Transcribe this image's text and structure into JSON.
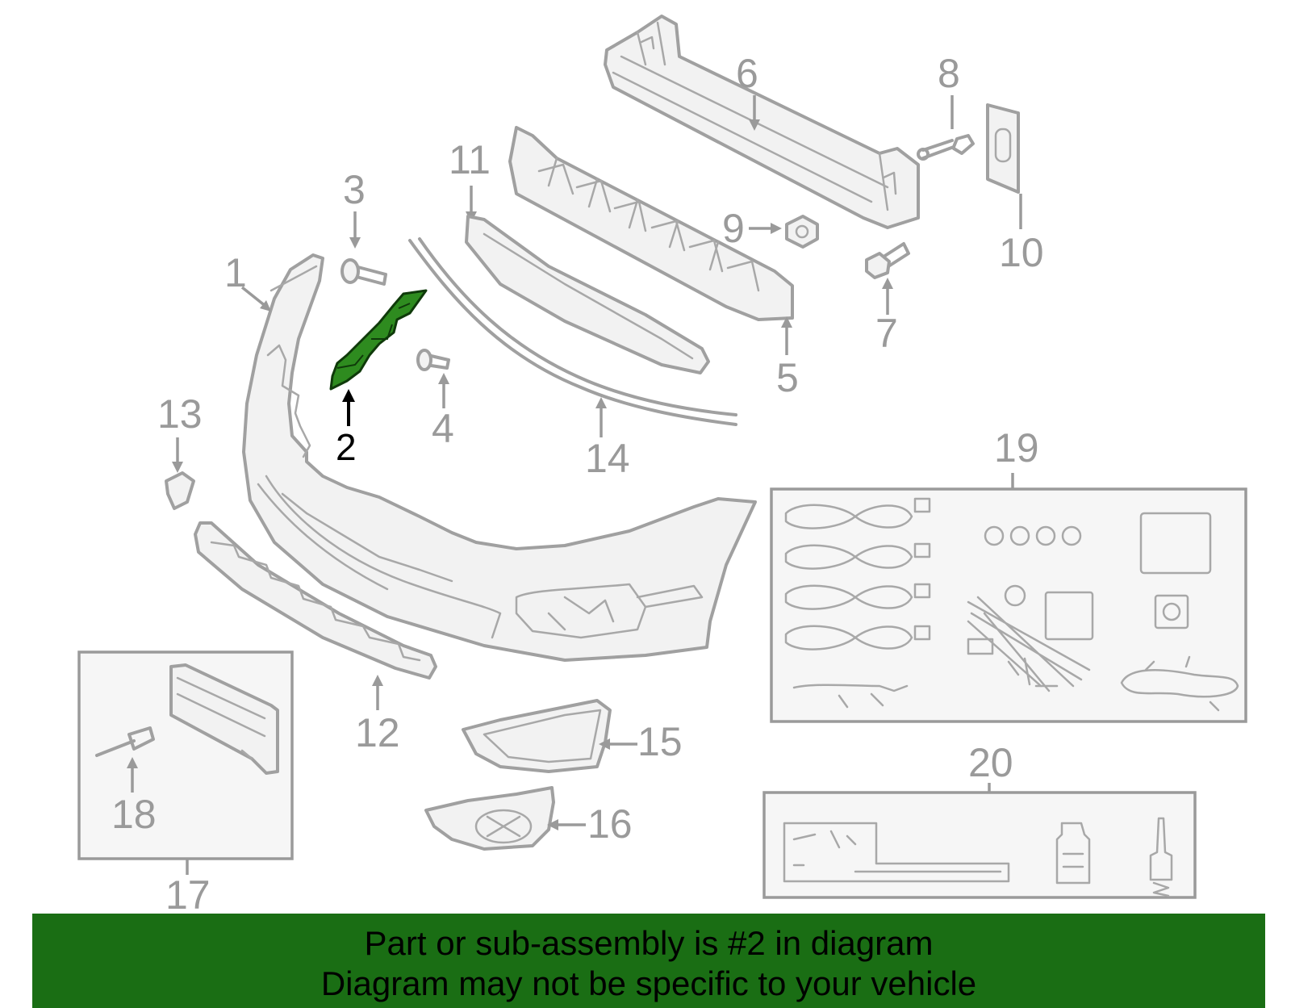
{
  "callouts": {
    "c1": "1",
    "c2": "2",
    "c3": "3",
    "c4": "4",
    "c5": "5",
    "c6": "6",
    "c7": "7",
    "c8": "8",
    "c9": "9",
    "c10": "10",
    "c11": "11",
    "c12": "12",
    "c13": "13",
    "c14": "14",
    "c15": "15",
    "c16": "16",
    "c17": "17",
    "c18": "18",
    "c19": "19",
    "c20": "20"
  },
  "highlighted_part": "2",
  "colors": {
    "highlight": "#2e8b1f",
    "footer_bg": "#1a6e14",
    "line": "#a0a0a0"
  },
  "footer": {
    "line1": "Part or sub-assembly is #2 in diagram",
    "line2": "Diagram may not be specific to your vehicle"
  }
}
